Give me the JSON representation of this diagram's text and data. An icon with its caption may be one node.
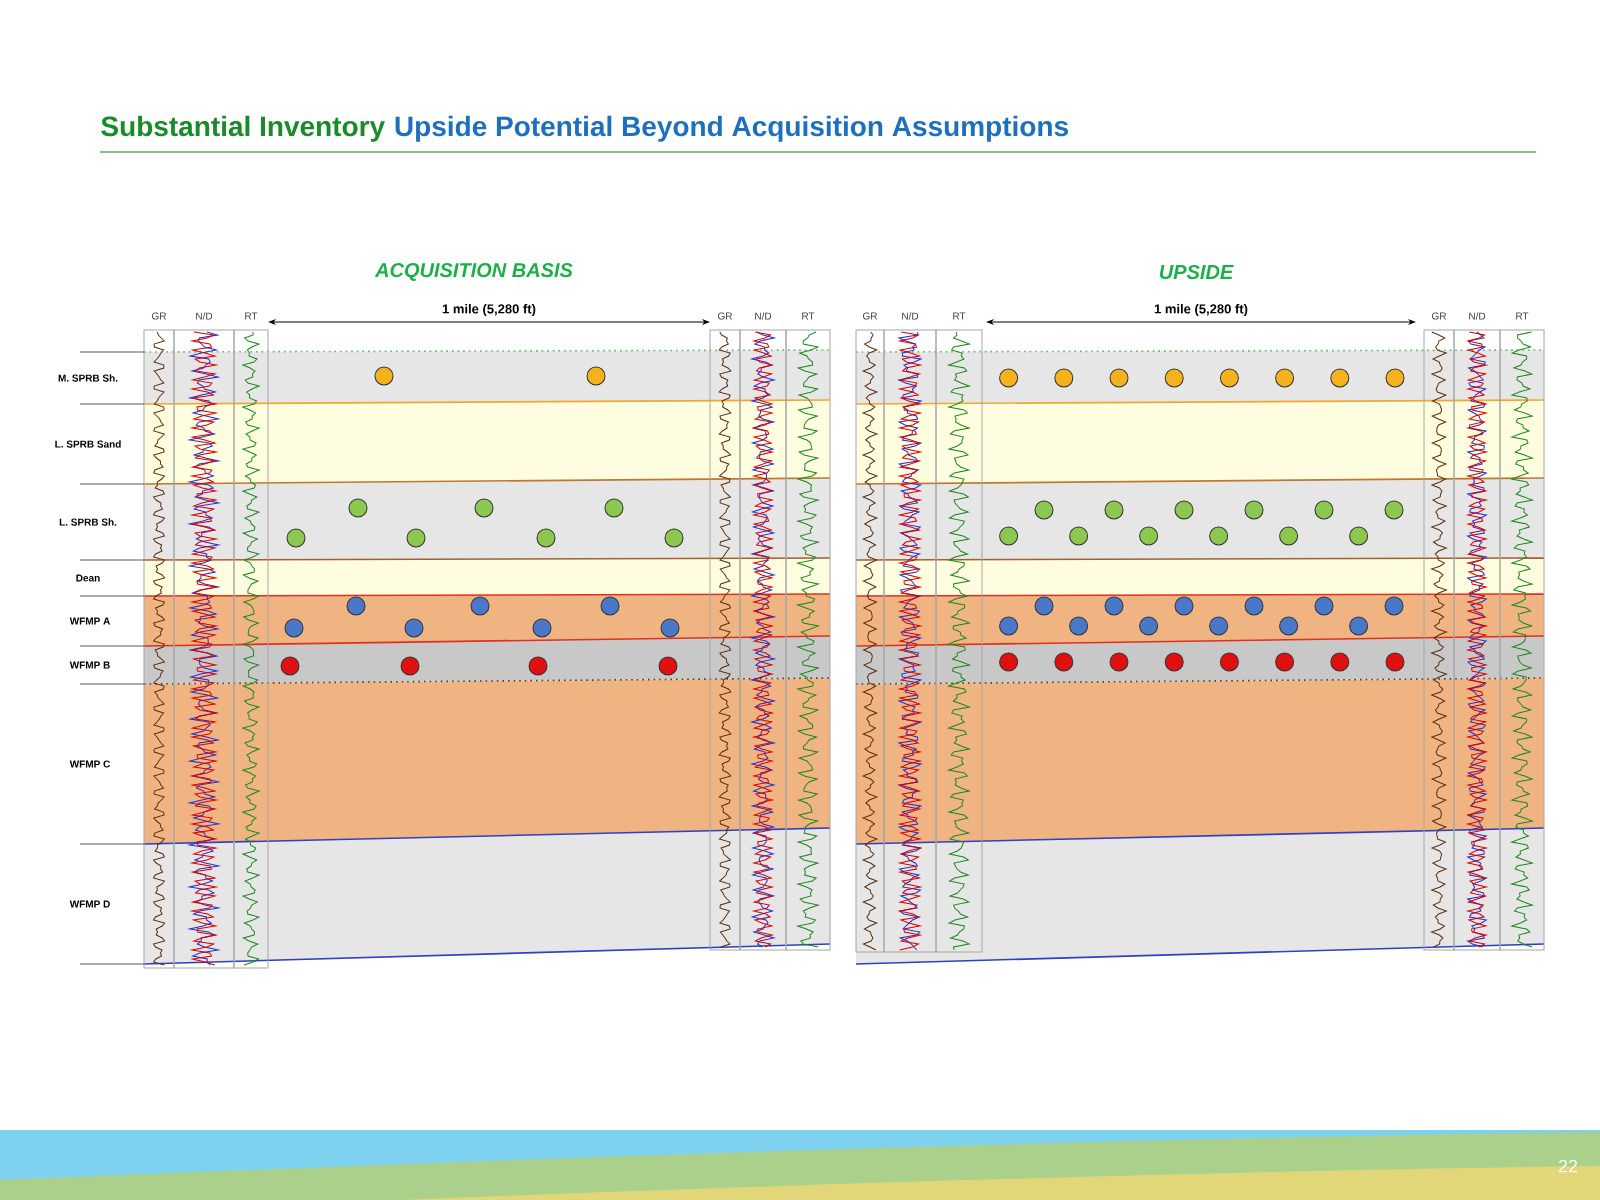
{
  "diagram": {
    "title": "Substantial Inventory",
    "labels": [
      "Upside Potential Beyond Acquisition Assumptions",
      "ACQUISITION BASIS",
      "UPSIDE",
      "GR",
      "N/D",
      "RT",
      "1 mile (5,280 ft)",
      "GR",
      "N/D",
      "RT",
      "GR",
      "N/D",
      "RT",
      "1 mile (5,280 ft)",
      "GR",
      "N/D",
      "RT",
      "M. SPRB Sh.",
      "L. SPRB Sand",
      "L. SPRB Sh.",
      "Dean",
      "WFMP A",
      "WFMP B",
      "WFMP C",
      "WFMP D",
      "22"
    ]
  }
}
